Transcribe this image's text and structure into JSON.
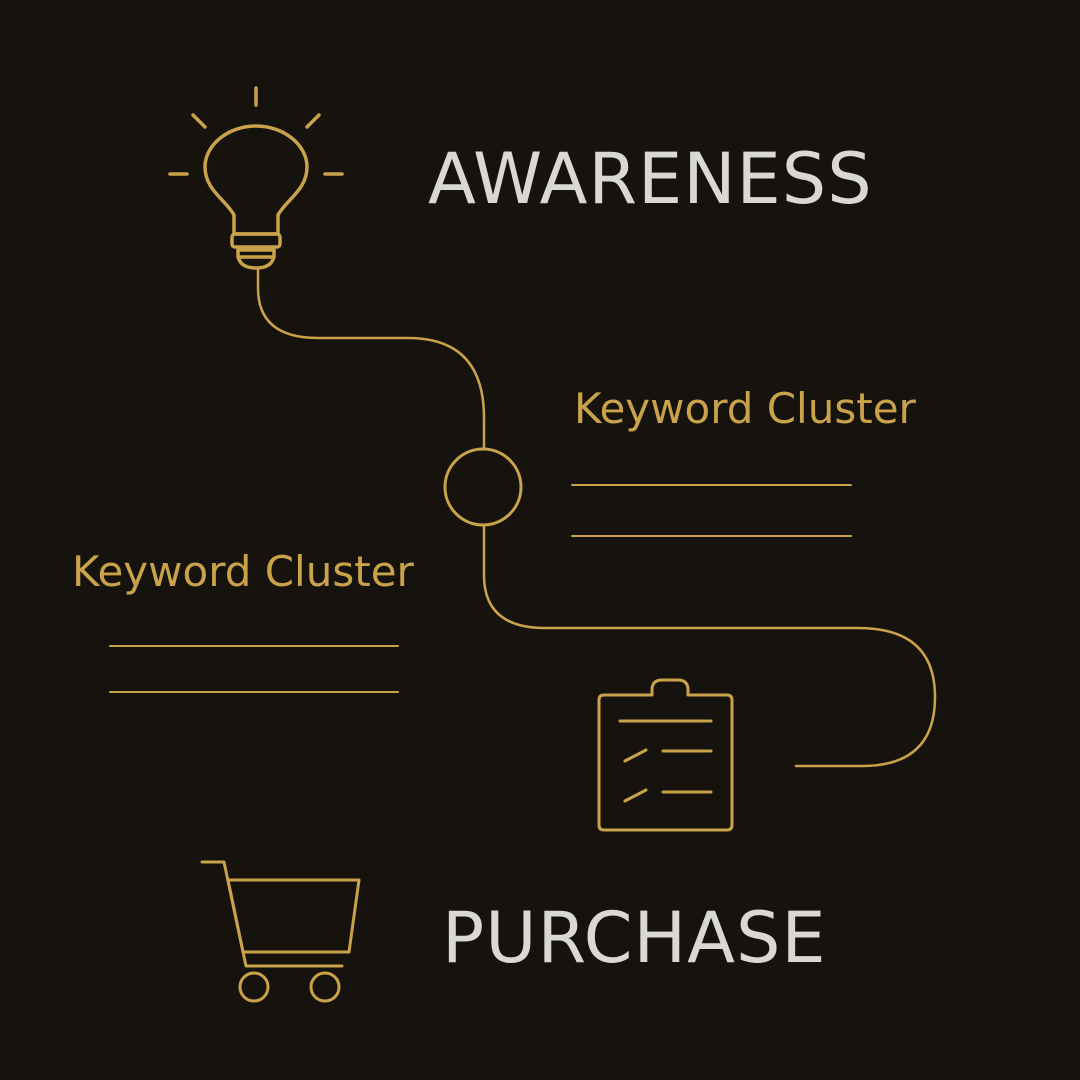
{
  "colors": {
    "background": "#16130f",
    "accent": "#c9a24a",
    "title_text": "#d9d8d1"
  },
  "stages": {
    "awareness": {
      "label": "AWARENESS",
      "icon": "lightbulb-icon"
    },
    "purchase": {
      "label": "PURCHASE",
      "icon": "shopping-cart-icon"
    }
  },
  "clusters": {
    "right": {
      "label": "Keyword Cluster"
    },
    "left": {
      "label": "Keyword Cluster"
    }
  },
  "icons": {
    "milestone": "circle-node-icon",
    "checklist": "clipboard-checklist-icon"
  }
}
